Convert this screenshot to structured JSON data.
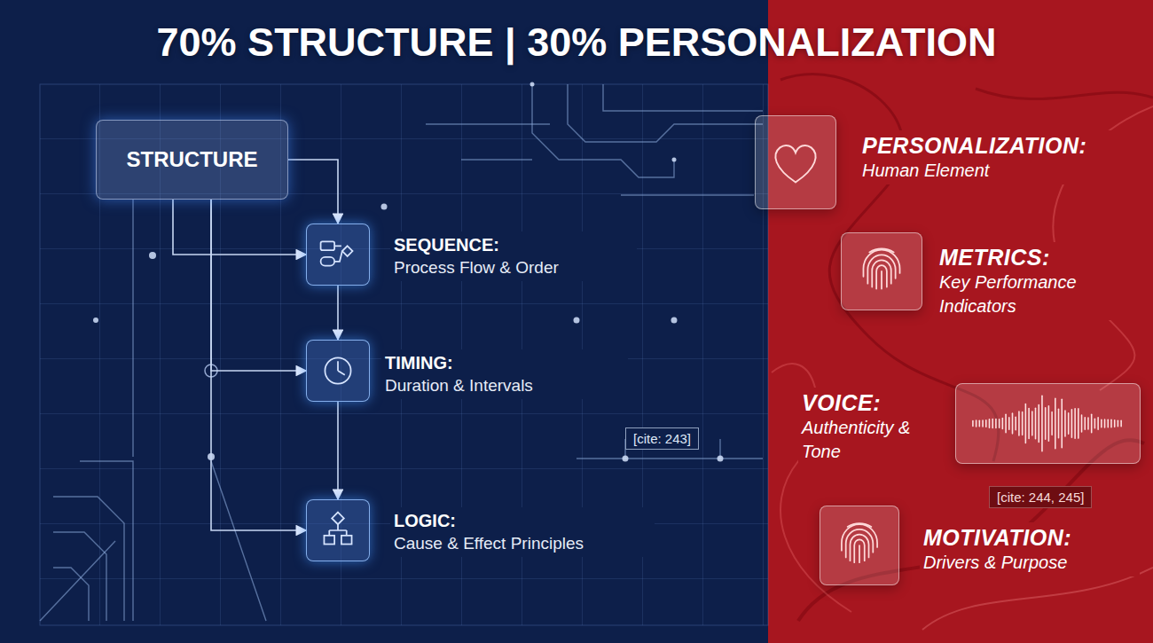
{
  "diagram": {
    "title": "70% STRUCTURE | 30% PERSONALIZATION",
    "nodes": [
      {
        "text": [
          "STRUCTURE"
        ]
      },
      {
        "text": [
          "SEQUENCE:",
          "Process Flow & Order"
        ]
      },
      {
        "text": [
          "TIMING:",
          "Duration & Intervals"
        ]
      },
      {
        "text": [
          "LOGIC:",
          "Cause & Effect Principles"
        ]
      },
      {
        "text": [
          "PERSONALIZATION:",
          "Human Element"
        ]
      },
      {
        "text": [
          "METRICS:",
          "Key Performance Indicators"
        ]
      },
      {
        "text": [
          "VOICE:",
          "Authenticity & Tone"
        ]
      },
      {
        "text": [
          "MOTIVATION:",
          "Drivers & Purpose"
        ]
      }
    ],
    "edges": [
      {
        "from": 0,
        "to": 1,
        "arrow": "to"
      },
      {
        "from": 0,
        "to": 1,
        "arrow": "to"
      },
      {
        "from": 0,
        "to": 2,
        "arrow": "to"
      },
      {
        "from": 0,
        "to": 3,
        "arrow": "to"
      },
      {
        "from": 1,
        "to": 2,
        "arrow": "to"
      },
      {
        "from": 2,
        "to": 3,
        "arrow": "to"
      }
    ],
    "labels": [
      "[cite: 243]",
      "[cite: 244, 245]"
    ]
  }
}
